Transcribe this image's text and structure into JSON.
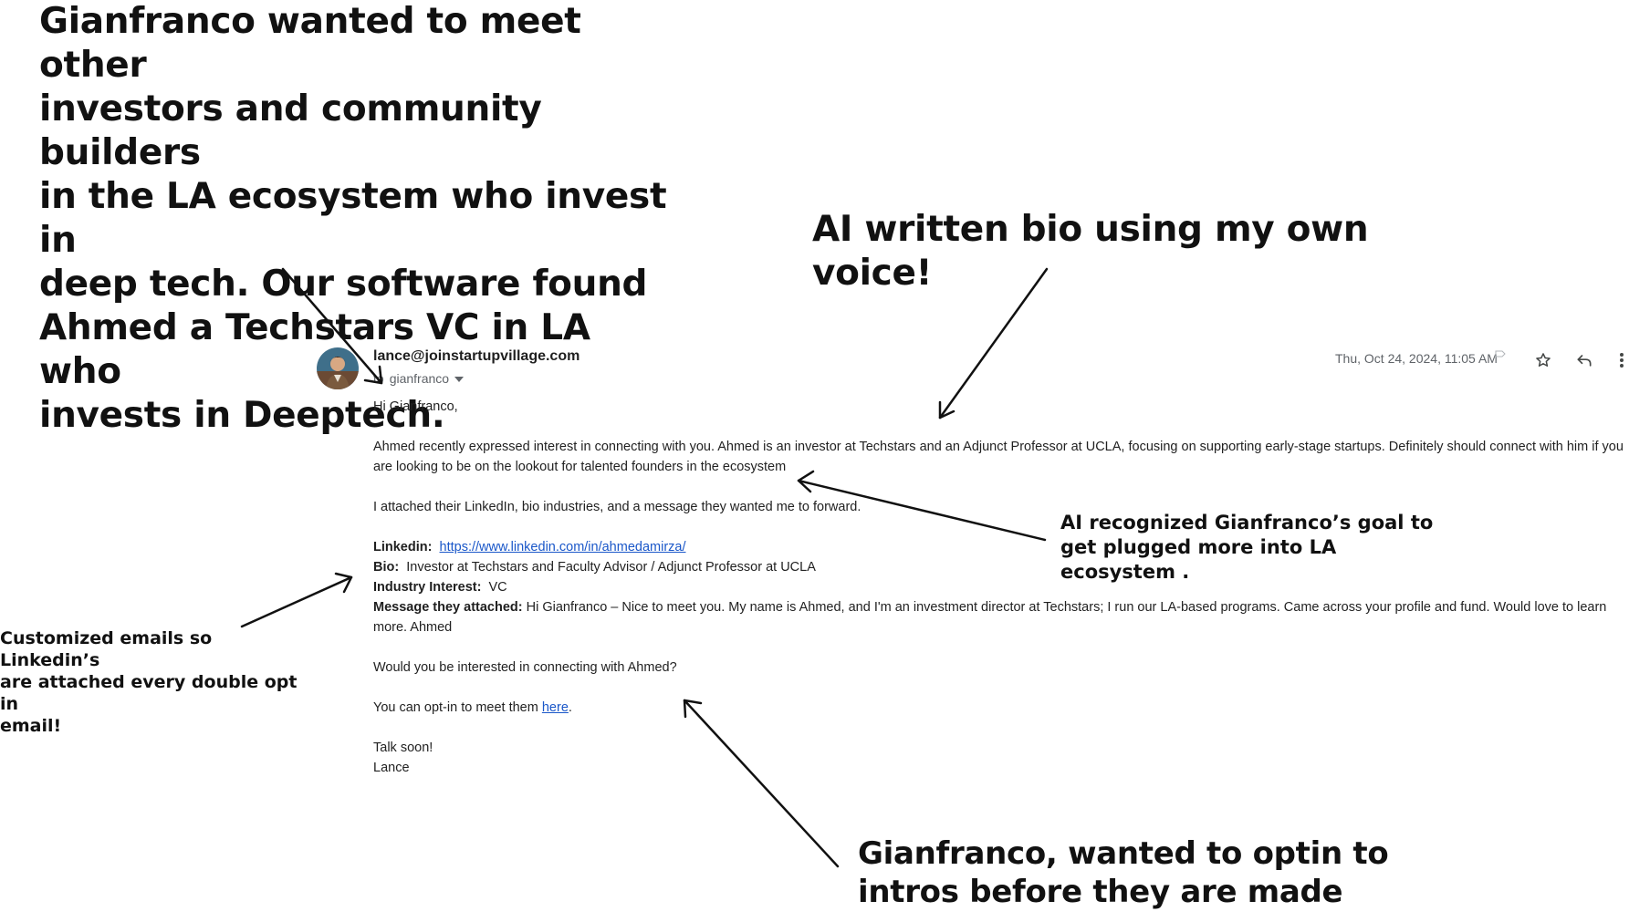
{
  "annotations": {
    "top_left": "Gianfranco wanted  to meet other\ninvestors and community builders\nin the LA ecosystem who invest in\ndeep tech. Our software found\nAhmed a Techstars VC in LA who\ninvests in Deeptech.",
    "top_right": "AI written bio using my own voice!",
    "mid_right": "AI recognized Gianfranco’s goal to\nget plugged more into LA\necosystem .",
    "left": "Customized emails so Linkedin’s\nare attached every double opt in\nemail!",
    "bottom": "Gianfranco, wanted to optin to\nintros before they are made"
  },
  "email": {
    "sender": "lance@joinstartupvillage.com",
    "to_prefix": "to",
    "recipient": "gianfranco",
    "date": "Thu, Oct 24, 2024, 11:05 AM",
    "greeting": "Hi Gianfranco,",
    "paragraph1": "Ahmed recently expressed interest in connecting with you. Ahmed is an investor at Techstars and an Adjunct Professor at UCLA, focusing on supporting early-stage startups. Definitely should connect with him if you are looking to be on the lookout for talented founders in the ecosystem",
    "paragraph2": "I attached their LinkedIn, bio industries, and a message they wanted me to forward.",
    "linkedin_label": "Linkedin:",
    "linkedin_url": "https://www.linkedin.com/in/ahmedamirza/",
    "bio_label": "Bio:",
    "bio": "Investor at Techstars and Faculty Advisor / Adjunct Professor at UCLA",
    "industry_label": "Industry Interest:",
    "industry": "VC",
    "message_label": "Message they attached:",
    "message": "Hi Gianfranco – Nice to meet you. My name is Ahmed, and I'm an investment director at Techstars; I run our LA-based programs. Came across your profile and fund. Would love to learn more. Ahmed",
    "question": "Would you be interested in connecting with Ahmed?",
    "optin_prefix": "You can opt-in to meet them ",
    "optin_link": "here",
    "optin_suffix": ".",
    "signoff": "Talk soon!",
    "signature": "Lance"
  },
  "icons": {
    "avatar": "avatar-photo",
    "star": "star-icon",
    "reply": "reply-icon",
    "more": "more-vert-icon",
    "label": "label-icon"
  }
}
